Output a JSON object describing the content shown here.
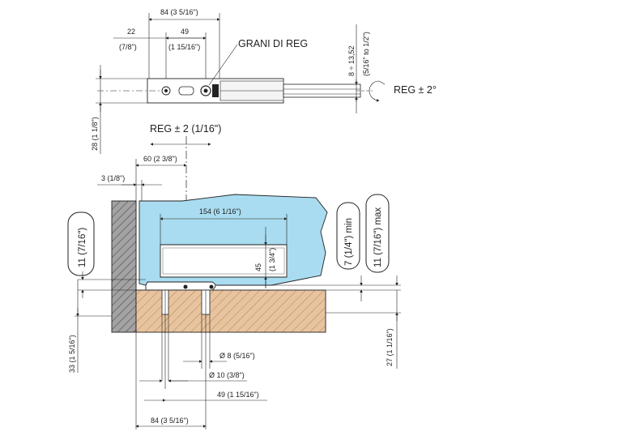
{
  "top_view": {
    "dim_84": "84 (3  5/16\")",
    "dim_22": "22",
    "dim_22_in": "(7/8\")",
    "dim_49": "49",
    "dim_49_in": "(1  15/16\")",
    "grani_label": "GRANI DI REG",
    "dim_8_13": "8 ÷ 13,52",
    "dim_8_13_in": "(5/16\" to 1/2\")",
    "reg_angle": "REG ± 2°",
    "dim_28": "28 (1  1/8\")"
  },
  "section_view": {
    "reg_shift": "REG ± 2 (1/16\")",
    "dim_60": "60 (2  3/8\")",
    "dim_3": "3 (1/8\")",
    "dim_154": "154 (6  1/16\")",
    "dim_45": "45",
    "dim_45_in": "(1  3/4\")",
    "dim_11_left": "11 (7/16\")",
    "dim_7_min": "7 (1/4\") min",
    "dim_11_max": "11 (7/16\") max",
    "dim_33": "33 (1  5/16\")",
    "dim_27": "27 (1  1/16\")",
    "dia_8": "Ø 8 (5/16\")",
    "dia_10": "Ø 10 (3/8\")",
    "dim_49_bottom": "49 (1  15/16\")",
    "dim_84_bottom": "84 (3  5/16\")"
  },
  "colors": {
    "glass": "#a9dcf0",
    "wood": "#e8c49e",
    "wall": "#9a9a9a",
    "line": "#222222"
  }
}
